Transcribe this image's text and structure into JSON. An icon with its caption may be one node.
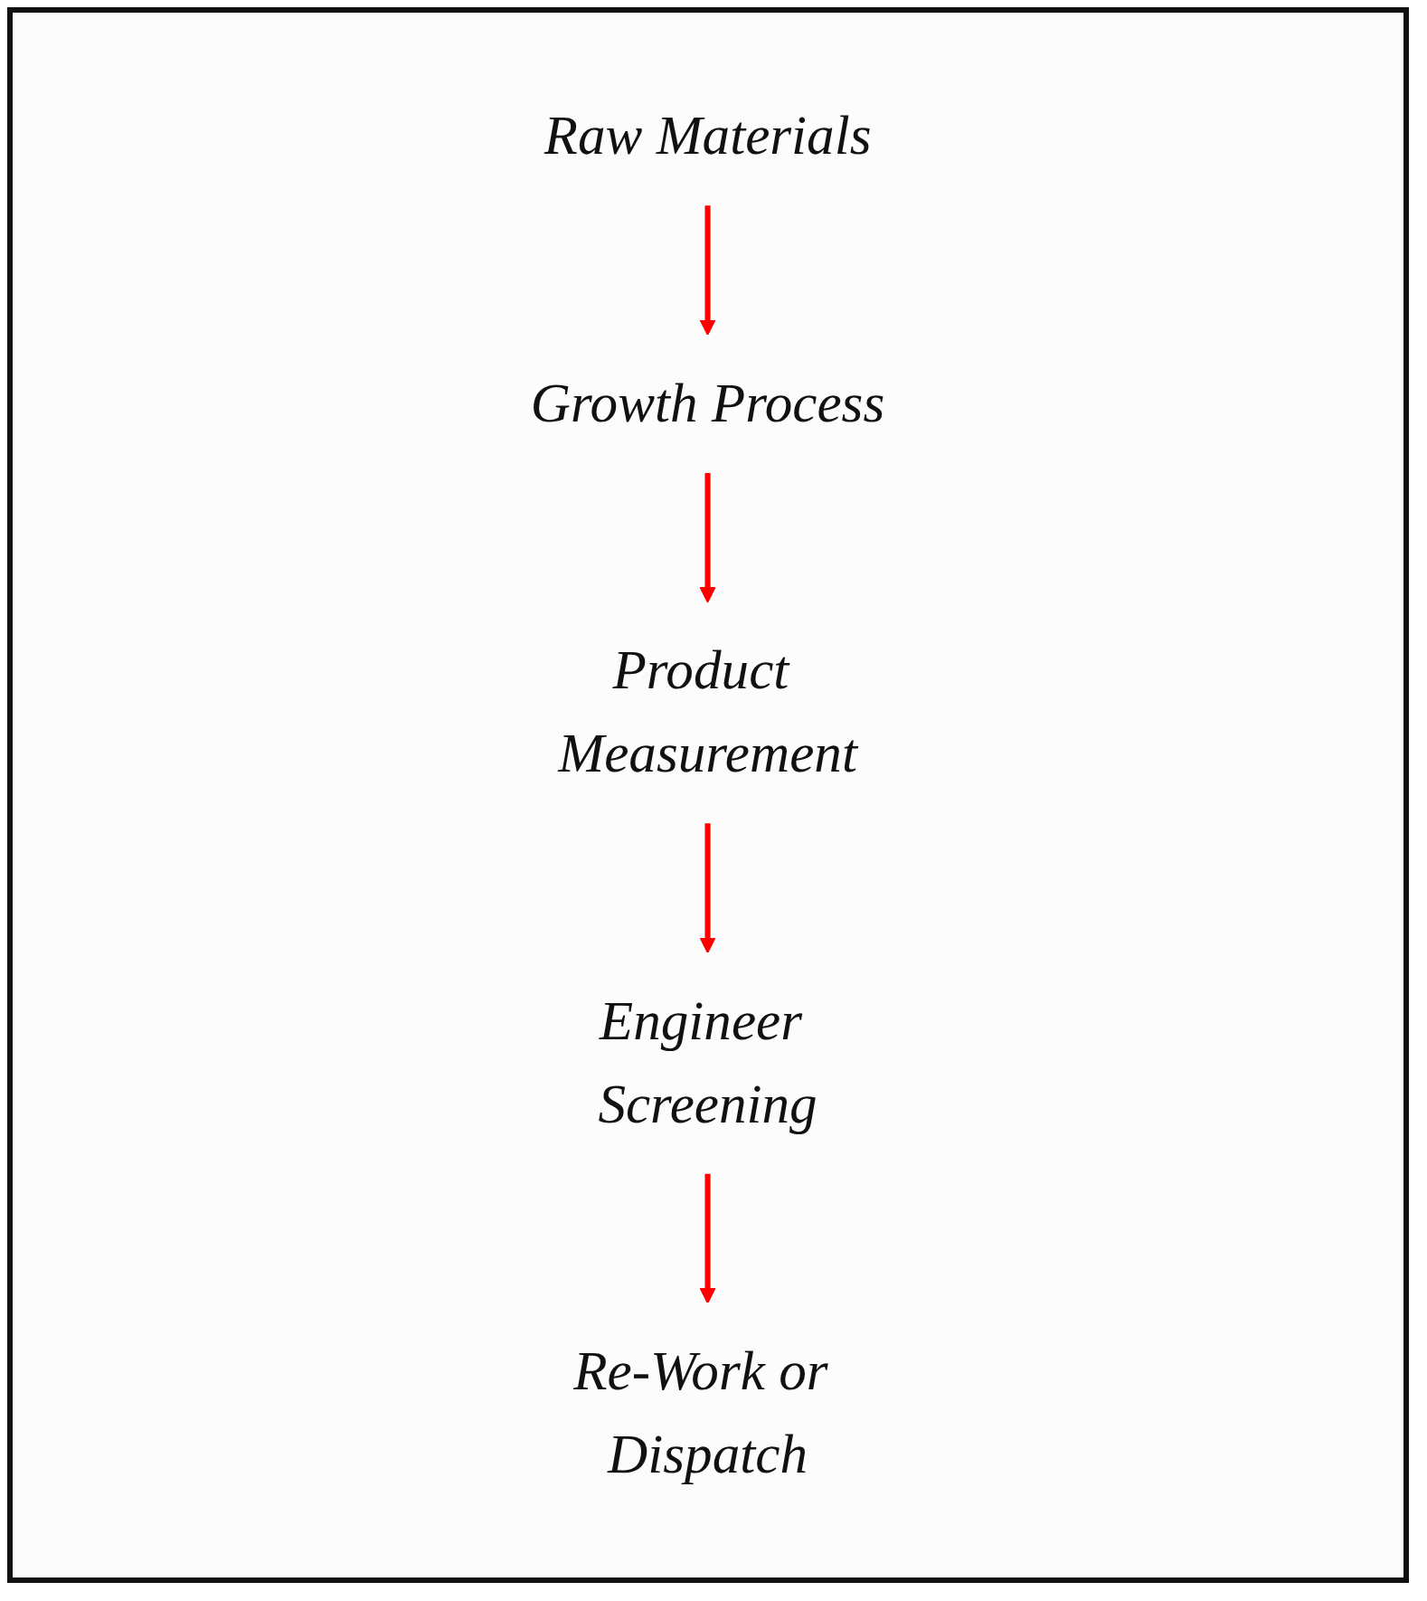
{
  "diagram": {
    "nodes": [
      {
        "text": [
          "Raw Materials"
        ]
      },
      {
        "text": [
          "Growth Process"
        ]
      },
      {
        "text": [
          "Product Measurement"
        ]
      },
      {
        "text": [
          "Engineer Screening"
        ]
      },
      {
        "text": [
          "Re-Work or Dispatch"
        ]
      }
    ],
    "edges": [
      {
        "from": 0,
        "to": 1,
        "arrow": "to",
        "color": "#ff0000"
      },
      {
        "from": 1,
        "to": 2,
        "arrow": "to",
        "color": "#ff0000"
      },
      {
        "from": 2,
        "to": 3,
        "arrow": "to",
        "color": "#ff0000"
      },
      {
        "from": 3,
        "to": 4,
        "arrow": "to",
        "color": "#ff0000"
      }
    ]
  }
}
